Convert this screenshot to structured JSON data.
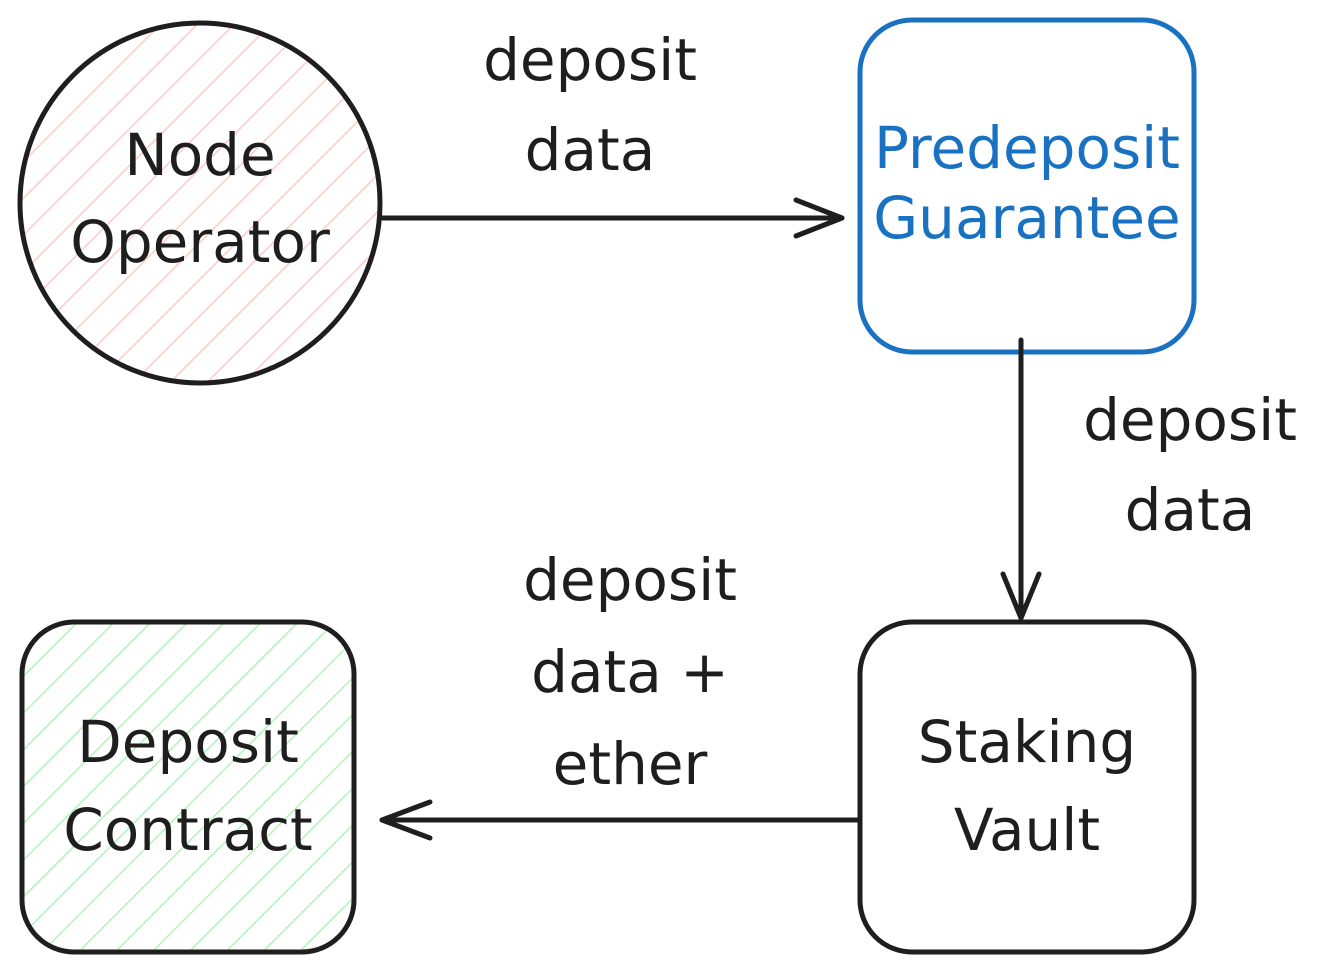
{
  "nodes": {
    "node_operator": {
      "lines": [
        "Node",
        "Operator"
      ],
      "fill": "#ffc9c9",
      "stroke": "#1e1e1e",
      "text_color": "#1e1e1e"
    },
    "predeposit_guarantee": {
      "lines": [
        "Predeposit",
        "Guarantee"
      ],
      "stroke": "#1971c2",
      "text_color": "#1971c2"
    },
    "staking_vault": {
      "lines": [
        "Staking",
        "Vault"
      ],
      "stroke": "#1e1e1e",
      "text_color": "#1e1e1e"
    },
    "deposit_contract": {
      "lines": [
        "Deposit",
        "Contract"
      ],
      "fill": "#b2f2bb",
      "stroke": "#1e1e1e",
      "text_color": "#1e1e1e"
    }
  },
  "edges": {
    "operator_to_pdg": {
      "lines": [
        "deposit",
        "data"
      ]
    },
    "pdg_to_vault": {
      "lines": [
        "deposit",
        "data"
      ]
    },
    "vault_to_contract": {
      "lines": [
        "deposit",
        "data +",
        "ether"
      ]
    }
  }
}
